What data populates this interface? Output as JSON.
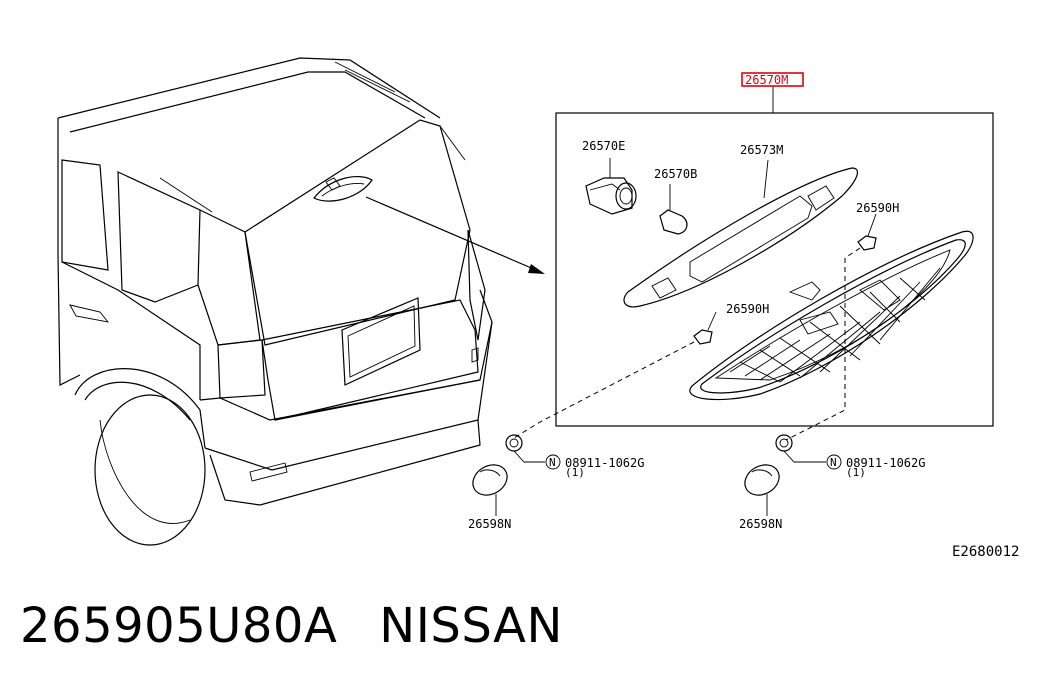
{
  "labels": {
    "assembly": "26570M",
    "socket": "26570E",
    "bulb": "26570B",
    "lens": "26573M",
    "clip_top": "26590H",
    "clip_bottom": "26590H",
    "nut_left_part": "08911-1062G",
    "nut_left_qty": "(1)",
    "nut_right_part": "08911-1062G",
    "nut_right_qty": "(1)",
    "nut_symbol": "N",
    "cap_left": "26598N",
    "cap_right": "26598N",
    "figure_code": "E2680012"
  },
  "caption": {
    "part_number": "265905U80A",
    "brand": "NISSAN"
  },
  "colors": {
    "highlight": "#e3000f",
    "line": "#000000"
  }
}
